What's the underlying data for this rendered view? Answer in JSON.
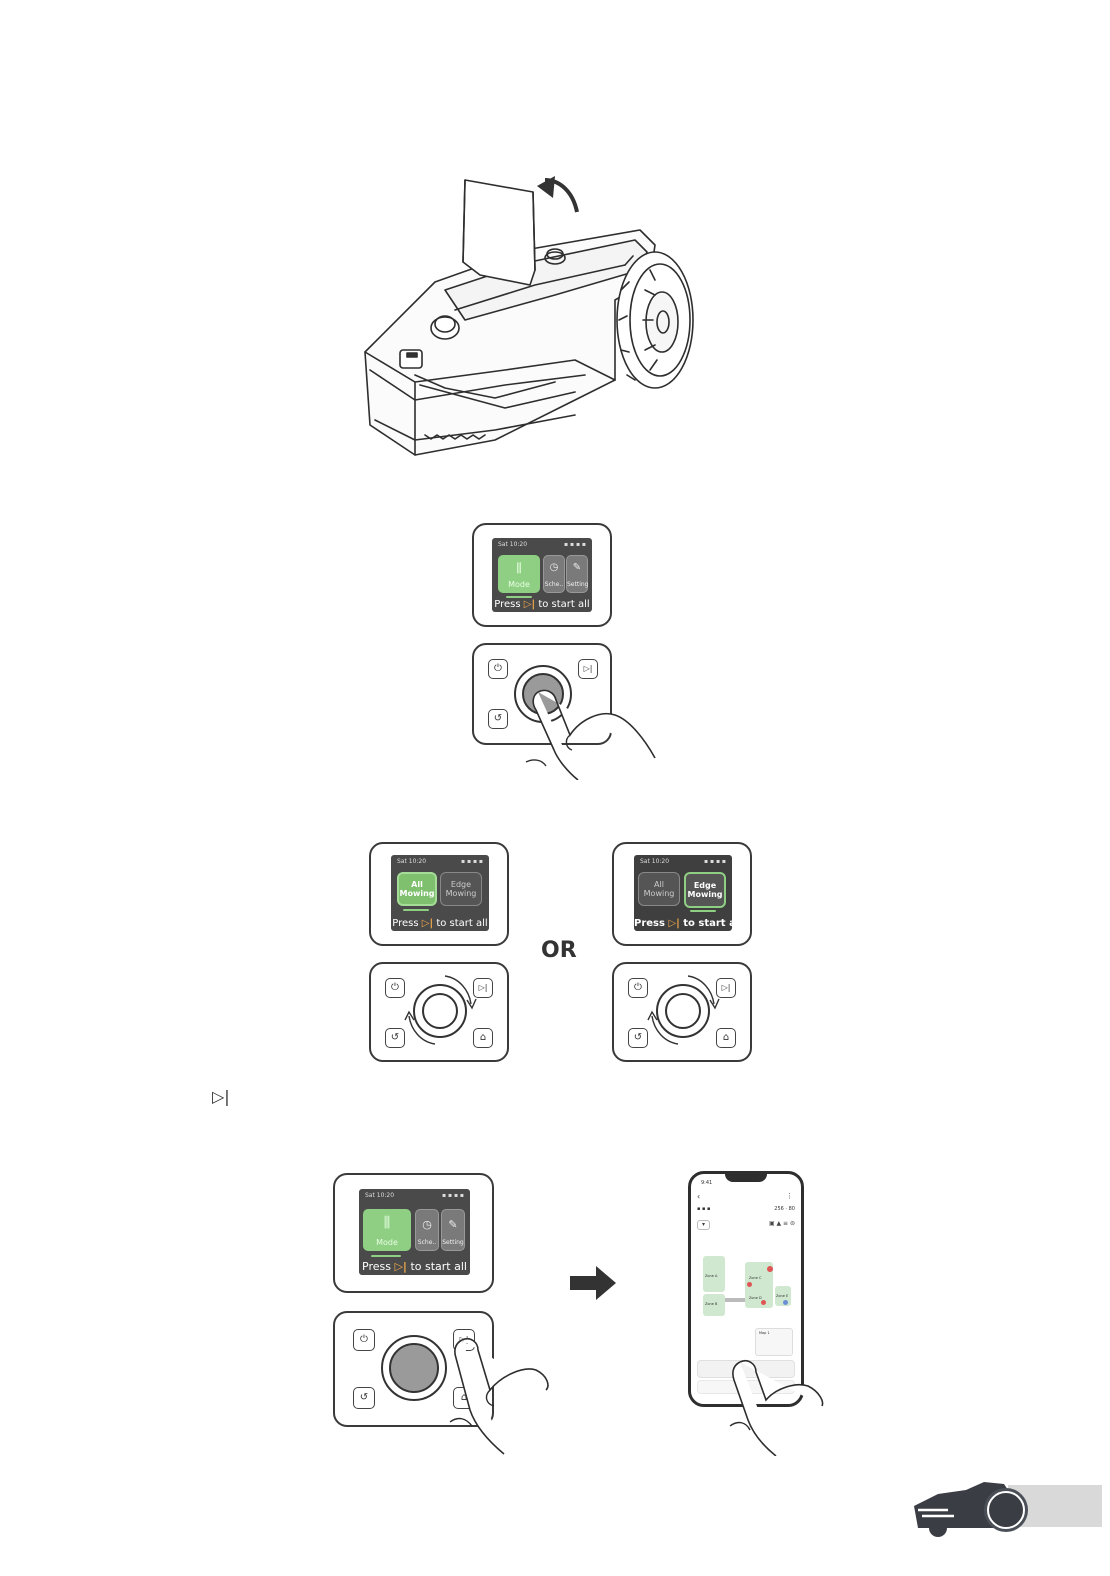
{
  "lcd": {
    "status_time": "Sat 10:20",
    "status_time_alt": "Sat 10:20",
    "tiles": {
      "mode": "Mode",
      "schedule": "Sche..",
      "setting": "Setting"
    },
    "prompt_press": "Press",
    "prompt_icon": "▷|",
    "prompt_tail": "to start all"
  },
  "mode_screens": {
    "all_mowing": "All Mowing",
    "edge_mowing": "Edge Mowing"
  },
  "separator_or": "OR",
  "keys": {
    "power_icon": "⏻",
    "start_icon": "▷|",
    "back_icon": "↺",
    "home_icon": "⌂"
  },
  "inline_start_icon": "▷|",
  "phone": {
    "status_time": "9:41",
    "area_value": "256",
    "battery_value": "80",
    "zones": [
      "Zone A",
      "Zone B",
      "Zone C",
      "Zone D",
      "Zone E"
    ],
    "map_label": "Map 1"
  },
  "colors": {
    "lcd_bg": "#4a4a4a",
    "tile_green": "#8fcf83",
    "accent_orange": "#f3a94a",
    "map_green": "#cfe8cf"
  }
}
